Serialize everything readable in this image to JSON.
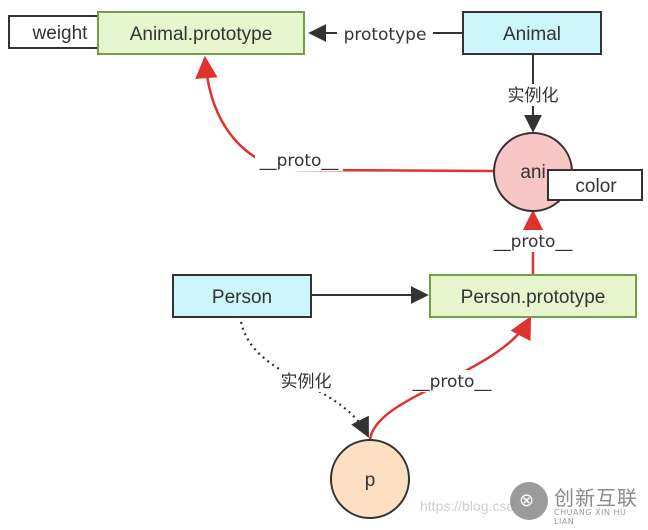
{
  "nodes": {
    "weight": "weight",
    "animal_prototype": "Animal.prototype",
    "animal": "Animal",
    "ani": "ani",
    "color": "color",
    "person": "Person",
    "person_prototype": "Person.prototype",
    "p": "p"
  },
  "edges": {
    "animal_to_prototype": "prototype",
    "animal_instantiate": "实例化",
    "ani_proto": "__proto__",
    "person_proto_to_ani": "__proto__",
    "person_instantiate": "实例化",
    "p_proto": "__proto__"
  },
  "watermark": "https://blog.csd",
  "brand": {
    "name": "创新互联",
    "sub": "CHUANG XIN HU LIAN"
  },
  "colors": {
    "prototype_fill": "#e6f7cf",
    "prototype_stroke": "#6fa14b",
    "constructor_fill": "#cdf6fa",
    "constructor_stroke": "#333333",
    "ani_fill": "#f9c6c6",
    "p_fill": "#fde0c4",
    "proto_arrow": "#e0322f",
    "plain_arrow": "#333333"
  }
}
